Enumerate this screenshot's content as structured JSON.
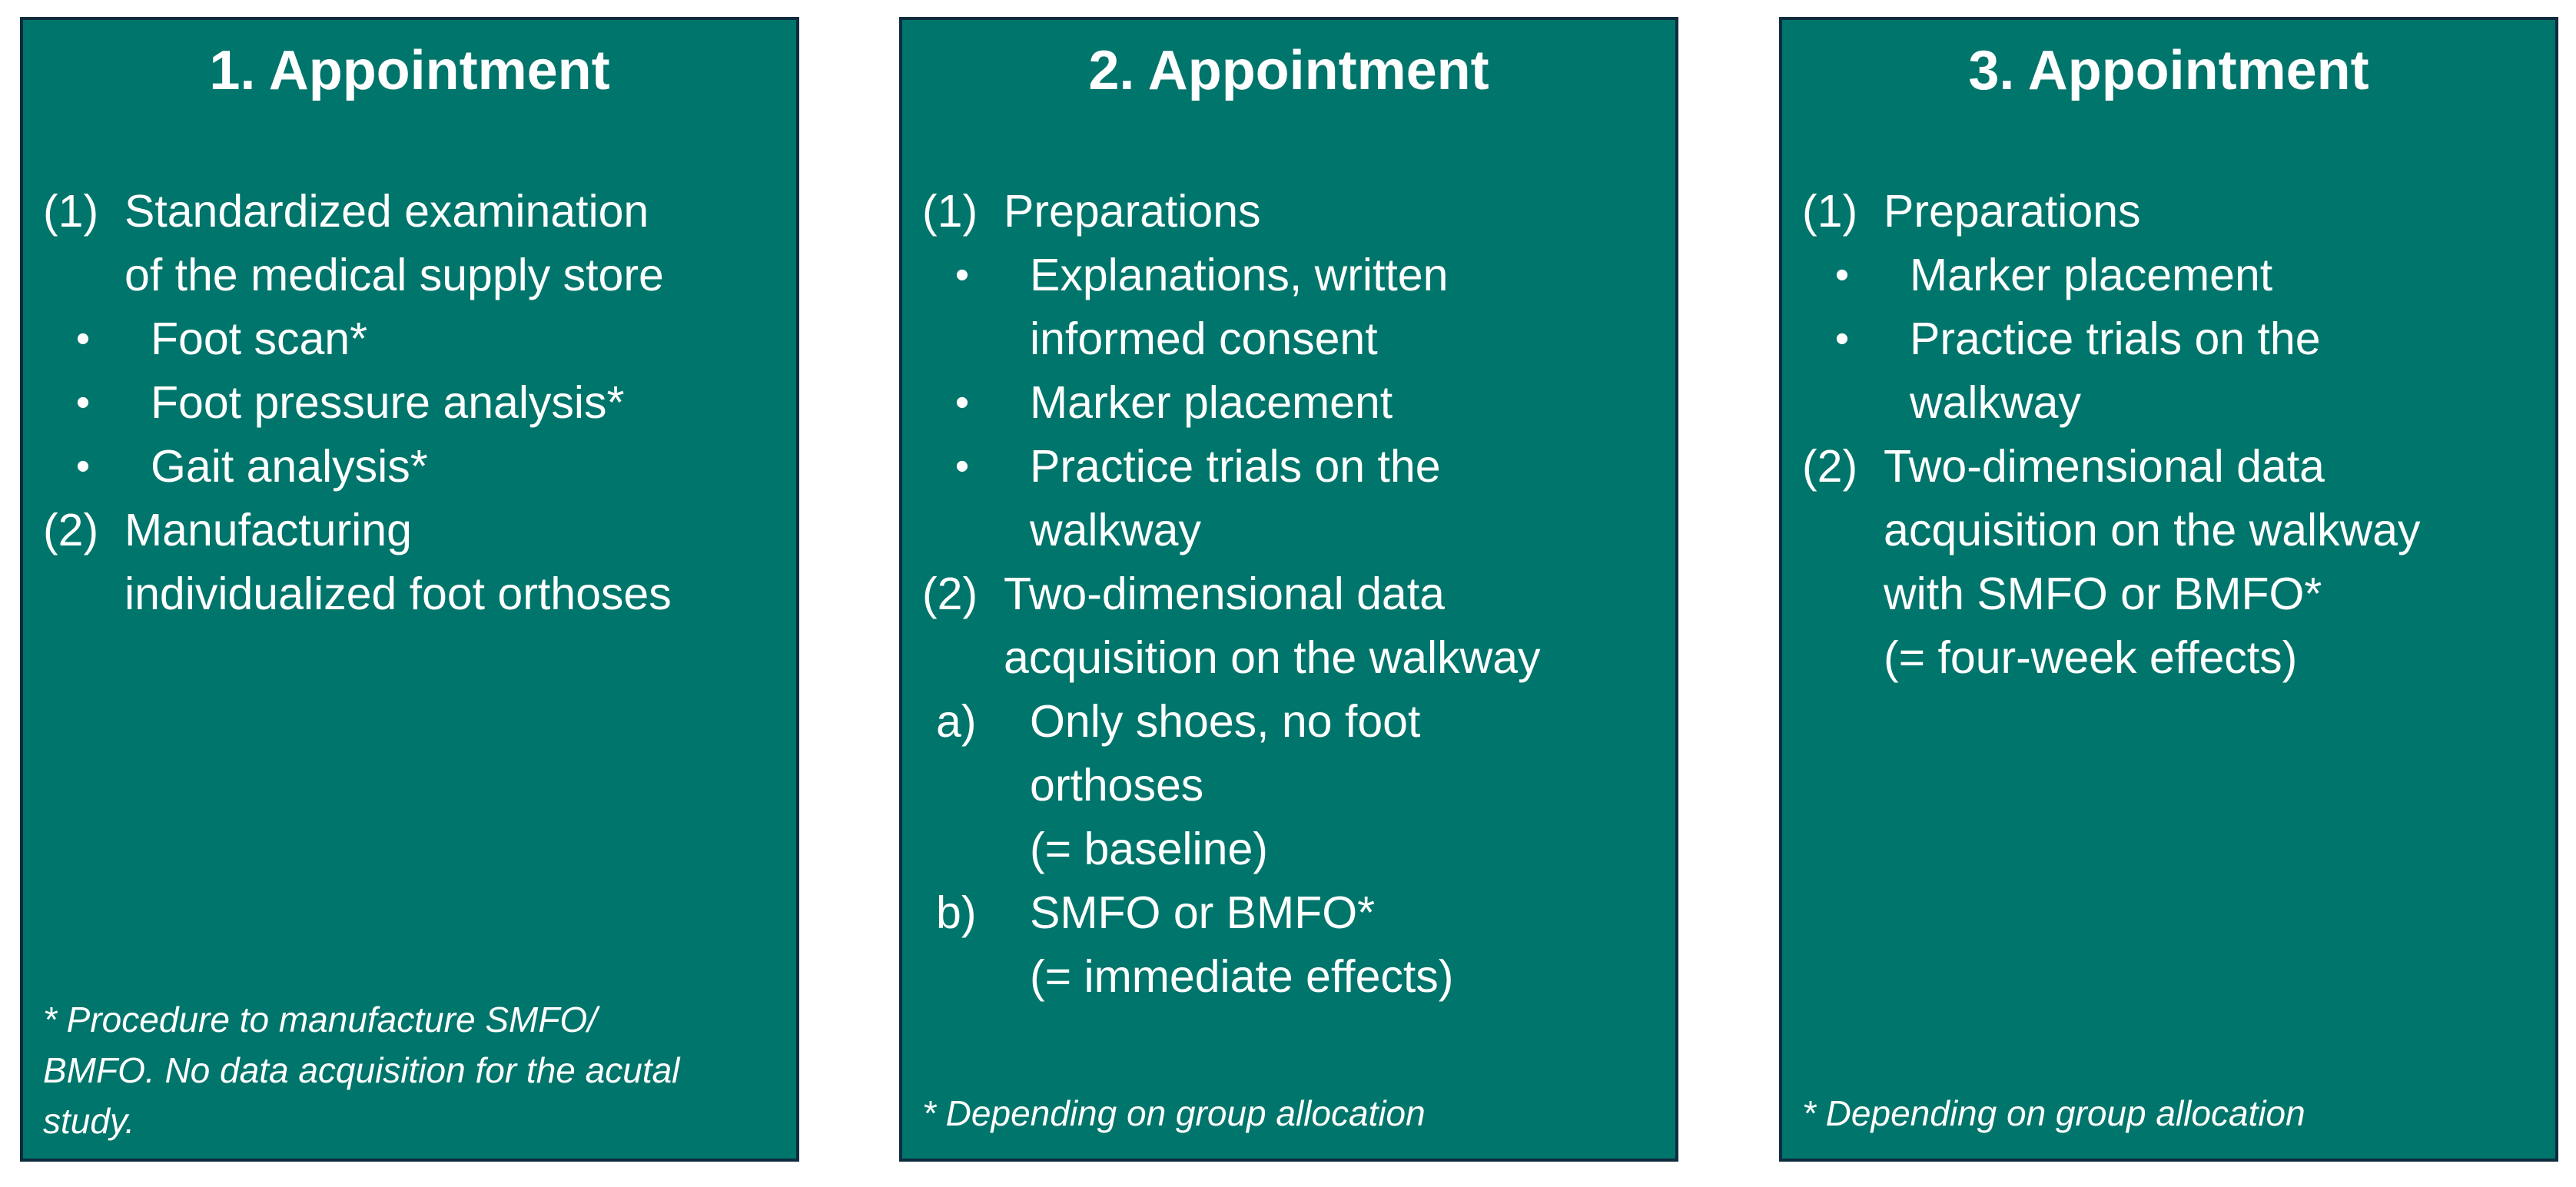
{
  "panels": [
    {
      "title": "1. Appointment",
      "steps": [
        {
          "num": "(1)",
          "lines": [
            "Standardized examination",
            "of the medical supply store"
          ],
          "bullets": [
            "Foot scan*",
            "Foot pressure analysis*",
            "Gait analysis*"
          ]
        },
        {
          "num": "(2)",
          "lines": [
            "Manufacturing",
            "individualized foot orthoses"
          ]
        }
      ],
      "footnote": [
        "* Procedure to manufacture SMFO/",
        "BMFO. No data acquisition for the acutal",
        "study."
      ]
    },
    {
      "title": "2. Appointment",
      "steps": [
        {
          "num": "(1)",
          "lines": [
            "Preparations"
          ],
          "bullets": [
            [
              "Explanations, written",
              "informed consent"
            ],
            [
              "Marker placement"
            ],
            [
              "Practice trials on the",
              "walkway"
            ]
          ]
        },
        {
          "num": "(2)",
          "lines": [
            "Two-dimensional data",
            "acquisition on the walkway"
          ],
          "lettered": [
            {
              "letter": "a)",
              "lines": [
                "Only shoes, no foot",
                "orthoses",
                "(= baseline)"
              ]
            },
            {
              "letter": "b)",
              "lines": [
                "SMFO or BMFO*",
                "(= immediate effects)"
              ]
            }
          ]
        }
      ],
      "footnote": [
        "* Depending on group allocation"
      ]
    },
    {
      "title": "3. Appointment",
      "steps": [
        {
          "num": "(1)",
          "lines": [
            "Preparations"
          ],
          "bullets": [
            [
              "Marker placement"
            ],
            [
              "Practice trials on the",
              "walkway"
            ]
          ]
        },
        {
          "num": "(2)",
          "lines": [
            "Two-dimensional data",
            "acquisition on the walkway",
            "with SMFO or BMFO*",
            "(= four-week effects)"
          ]
        }
      ],
      "footnote": [
        "* Depending on group allocation"
      ]
    }
  ],
  "colors": {
    "panel_fill": "#00756b",
    "panel_border": "#0e2c3d",
    "text": "#ffffff"
  },
  "icons": {
    "bullet": "•"
  }
}
